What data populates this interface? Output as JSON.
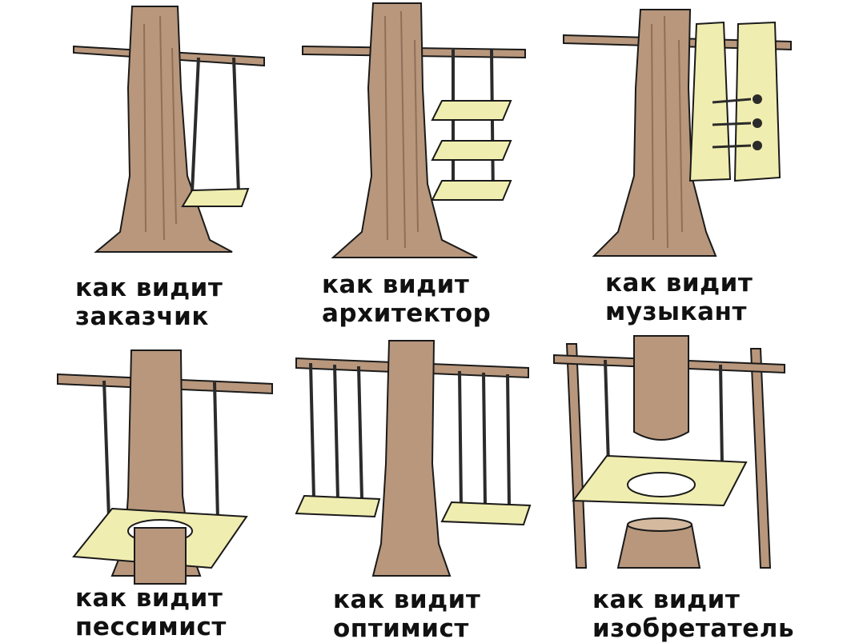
{
  "colors": {
    "bark": "#b8977c",
    "bark_dark": "#8f6f58",
    "outline": "#1a1a1a",
    "board": "#f0edb0",
    "rope": "#2b2b2b",
    "text": "#111111"
  },
  "panels": [
    {
      "id": "customer",
      "caption_line1": "как видит",
      "caption_line2": "заказчик",
      "drawing": "tree-with-swing-icon"
    },
    {
      "id": "architect",
      "caption_line1": "как видит",
      "caption_line2": "архитектор",
      "drawing": "tree-with-tiered-shelves-icon"
    },
    {
      "id": "musician",
      "caption_line1": "как видит",
      "caption_line2": "музыкант",
      "drawing": "tree-with-pegboards-icon"
    },
    {
      "id": "pessimist",
      "caption_line1": "как видит",
      "caption_line2": "пессимист",
      "drawing": "tree-through-seat-icon"
    },
    {
      "id": "optimist",
      "caption_line1": "как видит",
      "caption_line2": "оптимист",
      "drawing": "tree-with-two-swings-icon"
    },
    {
      "id": "inventor",
      "caption_line1": "как видит",
      "caption_line2": "изобретатель",
      "drawing": "cut-trunk-over-stump-icon"
    }
  ]
}
